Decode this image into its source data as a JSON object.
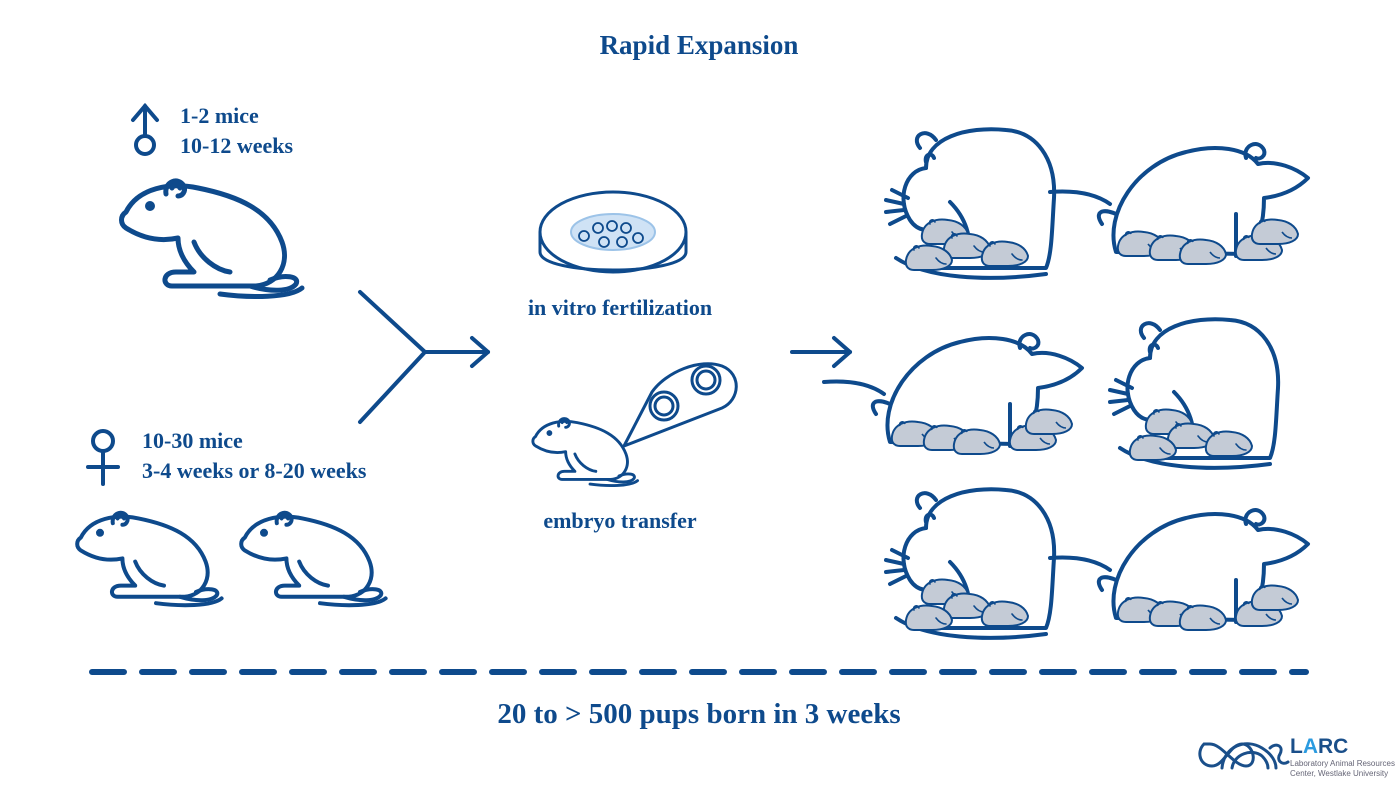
{
  "title": "Rapid Expansion",
  "male": {
    "symbol": "male-symbol",
    "count": "1-2 mice",
    "age": "10-12 weeks"
  },
  "female": {
    "symbol": "female-symbol",
    "count": "10-30 mice",
    "age": "3-4 weeks or 8-20 weeks"
  },
  "steps": {
    "ivf": "in vitro fertilization",
    "embryo_transfer": "embryo transfer"
  },
  "footer": "20 to > 500 pups born in 3 weeks",
  "logo": {
    "name_a": "L",
    "name_accent": "A",
    "name_b": "RC",
    "line1": "Laboratory Animal Resources",
    "line2": "Center, Westlake University"
  },
  "colors": {
    "primary": "#0e4a8c",
    "pup_fill": "#c4cbd6",
    "dish_accent": "#9cc3e8",
    "logo_accent": "#2b9be0"
  }
}
